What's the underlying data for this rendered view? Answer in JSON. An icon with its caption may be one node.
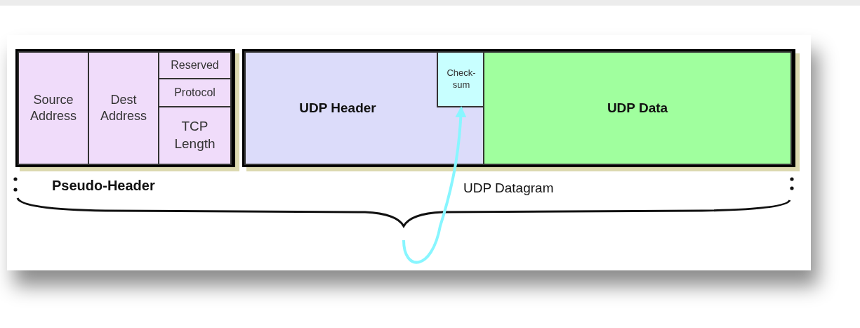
{
  "diagram": {
    "nodes": [
      {
        "text": [
          "Pseudo-Header"
        ]
      },
      {
        "text": [
          "Source Address"
        ],
        "in": 0
      },
      {
        "text": [
          "Dest Address"
        ],
        "in": 0
      },
      {
        "text": [
          "Reserved"
        ],
        "in": 0
      },
      {
        "text": [
          "Protocol"
        ],
        "in": 0
      },
      {
        "text": [
          "TCP Length"
        ],
        "in": 0
      },
      {
        "text": [
          "UDP Datagram"
        ]
      },
      {
        "text": [
          "UDP Header"
        ],
        "in": 6
      },
      {
        "text": [
          "Check- sum"
        ],
        "in": 7
      },
      {
        "text": [
          "UDP Data"
        ],
        "in": 6
      }
    ],
    "edges": [
      {
        "from": null,
        "to": 8,
        "arrow": "to",
        "color": "#88f6ff"
      }
    ]
  }
}
